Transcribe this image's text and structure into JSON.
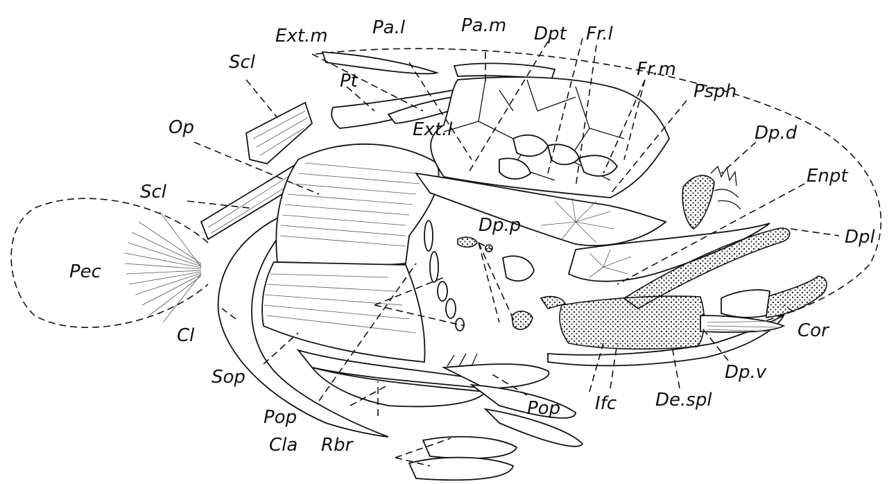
{
  "labels": {
    "ext_m": "Ext.m",
    "pa_l": "Pa.l",
    "pa_m": "Pa.m",
    "dpt": "Dpt",
    "fr_l": "Fr.l",
    "fr_m": "Fr.m",
    "psph": "Psph",
    "scl_upper": "Scl",
    "pt": "Pt",
    "ext_l": "Ext.l",
    "op": "Op",
    "dp_d": "Dp.d",
    "enpt": "Enpt",
    "scl_lower": "Scl",
    "dp_p": "Dp.p",
    "dpl": "Dpl",
    "pec": "Pec",
    "cl": "Cl",
    "sop": "Sop",
    "pop_left": "Pop",
    "pop_right": "Pop",
    "cla": "Cla",
    "rbr": "Rbr",
    "ifc": "Ifc",
    "de_spl": "De.spl",
    "dp_v": "Dp.v",
    "cor": "Cor"
  }
}
